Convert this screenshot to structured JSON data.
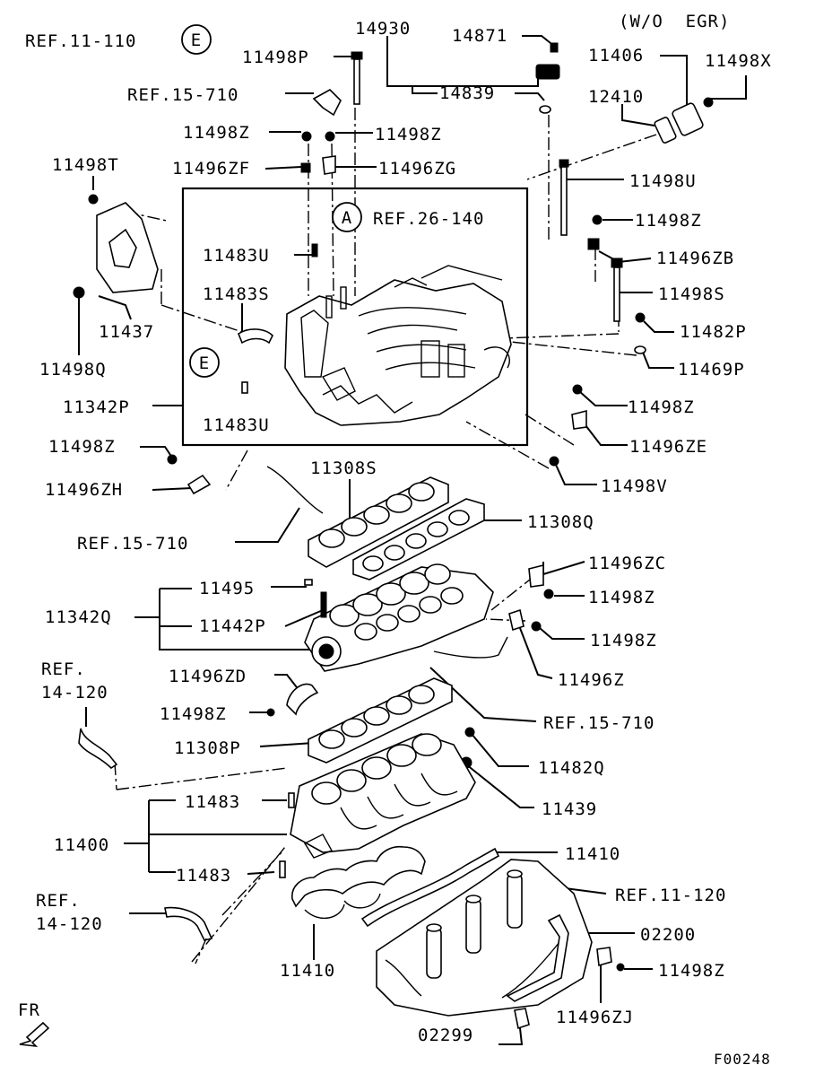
{
  "figure_id": "F00248",
  "note": "(W/O  EGR)",
  "callouts": {
    "a": "A",
    "e": "E"
  },
  "fr_label": "FR",
  "labels": {
    "ref_11_110": "REF.11-110",
    "p14930": "14930",
    "p14871": "14871",
    "p11498P": "11498P",
    "ref_15_710_top": "REF.15-710",
    "p14839": "14839",
    "p11406": "11406",
    "p11498X": "11498X",
    "p12410": "12410",
    "p11498Z_a": "11498Z",
    "p11498Z_b": "11498Z",
    "p11496ZF": "11496ZF",
    "p11496ZG": "11496ZG",
    "p11498T": "11498T",
    "p11498U": "11498U",
    "ref_26_140": "REF.26-140",
    "p11498Z_c": "11498Z",
    "p11483U_top": "11483U",
    "p11496ZB": "11496ZB",
    "p11483S": "11483S",
    "p11498S": "11498S",
    "p11437": "11437",
    "p11482P": "11482P",
    "p11498Q": "11498Q",
    "p11469P": "11469P",
    "p11342P": "11342P",
    "p11498Z_d": "11498Z",
    "p11483U_bot": "11483U",
    "p11496ZE": "11496ZE",
    "p11498Z_e": "11498Z",
    "p11498V": "11498V",
    "p11308S": "11308S",
    "p11496ZH": "11496ZH",
    "p11308Q": "11308Q",
    "ref_15_710_mid": "REF.15-710",
    "p11496ZC": "11496ZC",
    "p11495": "11495",
    "p11498Z_f": "11498Z",
    "p11342Q": "11342Q",
    "p11442P": "11442P",
    "p11498Z_g": "11498Z",
    "ref_14_120_a1": "REF.",
    "ref_14_120_a2": "14-120",
    "p11496ZD": "11496ZD",
    "p11496Z": "11496Z",
    "p11498Z_h": "11498Z",
    "ref_15_710_low": "REF.15-710",
    "p11308P": "11308P",
    "p11482Q": "11482Q",
    "p11483_a": "11483",
    "p11439": "11439",
    "p11400": "11400",
    "p11410_a": "11410",
    "p11483_b": "11483",
    "ref_11_120": "REF.11-120",
    "ref_14_120_b1": "REF.",
    "ref_14_120_b2": "14-120",
    "p02200": "02200",
    "p11410_b": "11410",
    "p11498Z_i": "11498Z",
    "p11496ZJ": "11496ZJ",
    "p02299": "02299"
  }
}
